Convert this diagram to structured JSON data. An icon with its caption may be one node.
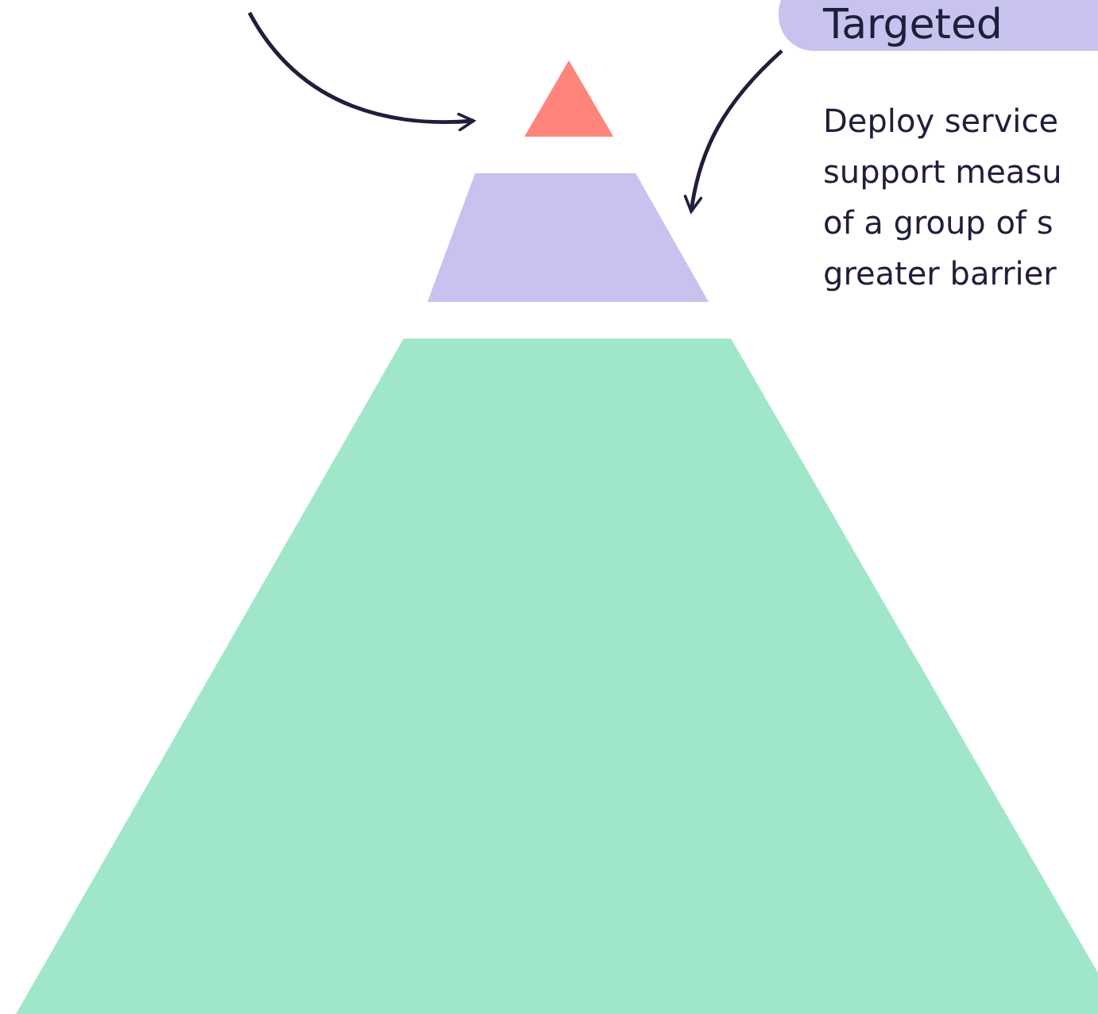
{
  "diagram": {
    "nodes": [
      {
        "text": [
          "Targeted"
        ],
        "beside": [
          "Deploy service support measu of a group of s greater barrier"
        ]
      },
      {
        "text": [],
        "shape": "triangle"
      },
      {
        "text": [],
        "shape": "trapezoid"
      },
      {
        "text": [],
        "shape": "trapezoid"
      }
    ],
    "edges": [
      {
        "from": null,
        "to": 1,
        "arrow": "to"
      },
      {
        "from": 0,
        "to": 2,
        "arrow": "to"
      }
    ]
  }
}
